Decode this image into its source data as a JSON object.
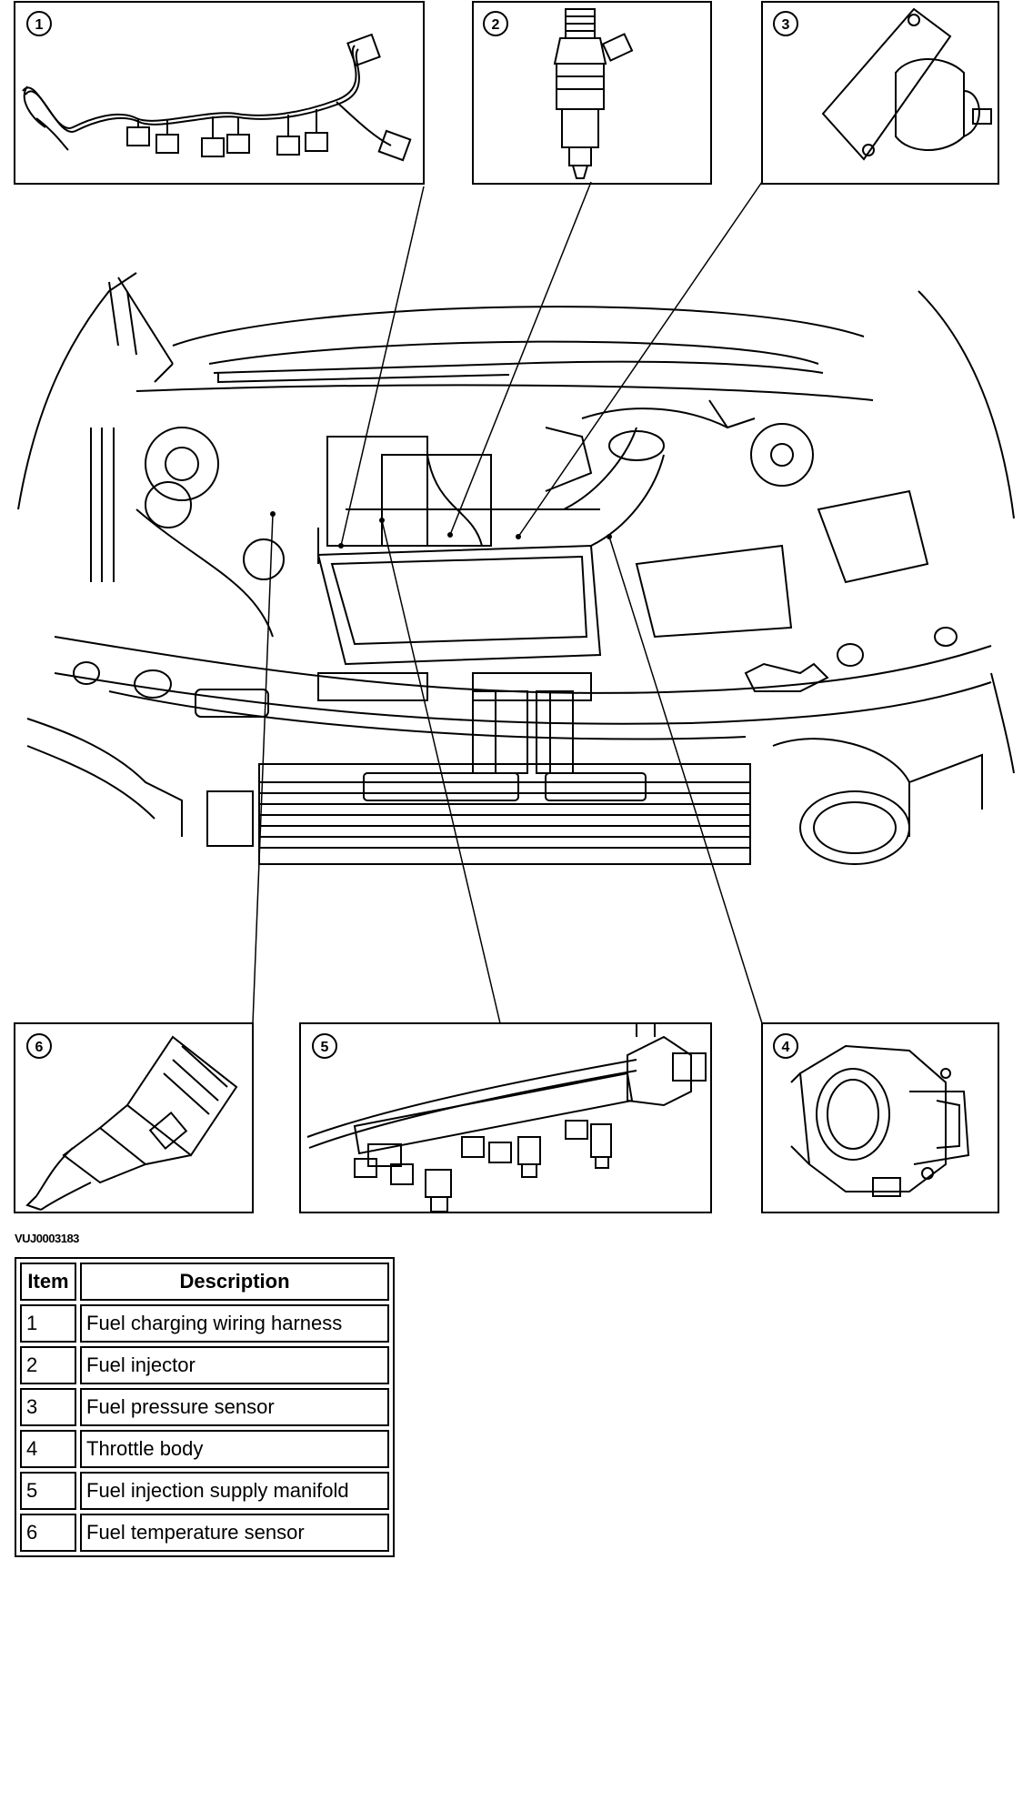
{
  "figure_id": "VUJ0003183",
  "callouts": [
    "1",
    "2",
    "3",
    "4",
    "5",
    "6"
  ],
  "legend": {
    "header_item": "Item",
    "header_description": "Description",
    "rows": [
      {
        "item": "1",
        "description": "Fuel charging wiring harness"
      },
      {
        "item": "2",
        "description": "Fuel injector"
      },
      {
        "item": "3",
        "description": "Fuel pressure sensor"
      },
      {
        "item": "4",
        "description": "Throttle body"
      },
      {
        "item": "5",
        "description": "Fuel injection supply manifold"
      },
      {
        "item": "6",
        "description": "Fuel temperature sensor"
      }
    ]
  }
}
